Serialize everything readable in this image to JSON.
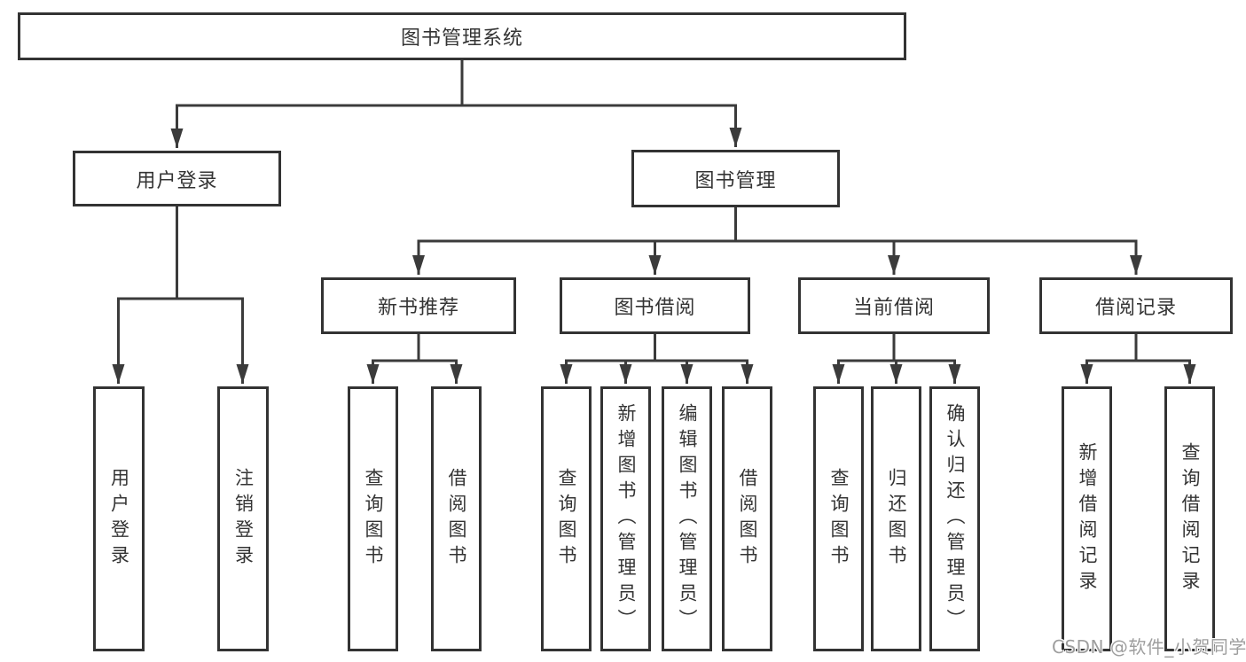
{
  "tree": {
    "root": {
      "label": "图书管理系统"
    },
    "level2": [
      {
        "label": "用户登录",
        "children": [
          "用户登录",
          "注销登录"
        ]
      },
      {
        "label": "图书管理",
        "children": [
          {
            "label": "新书推荐",
            "children": [
              "查询图书",
              "借阅图书"
            ]
          },
          {
            "label": "图书借阅",
            "children": [
              "查询图书",
              "新增图书（管理员）",
              "编辑图书（管理员）",
              "借阅图书"
            ]
          },
          {
            "label": "当前借阅",
            "children": [
              "查询图书",
              "归还图书",
              "确认归还（管理员）"
            ]
          },
          {
            "label": "借阅记录",
            "children": [
              "新增借阅记录",
              "查询借阅记录"
            ]
          }
        ]
      }
    ]
  },
  "watermark": "CSDN @软件_小贺同学",
  "colors": {
    "line": "#3b3b3b",
    "box_border": "#333333",
    "box_fill": "#ffffff",
    "text": "#343434",
    "watermark": "#9e9e9e",
    "background": "#ffffff"
  }
}
